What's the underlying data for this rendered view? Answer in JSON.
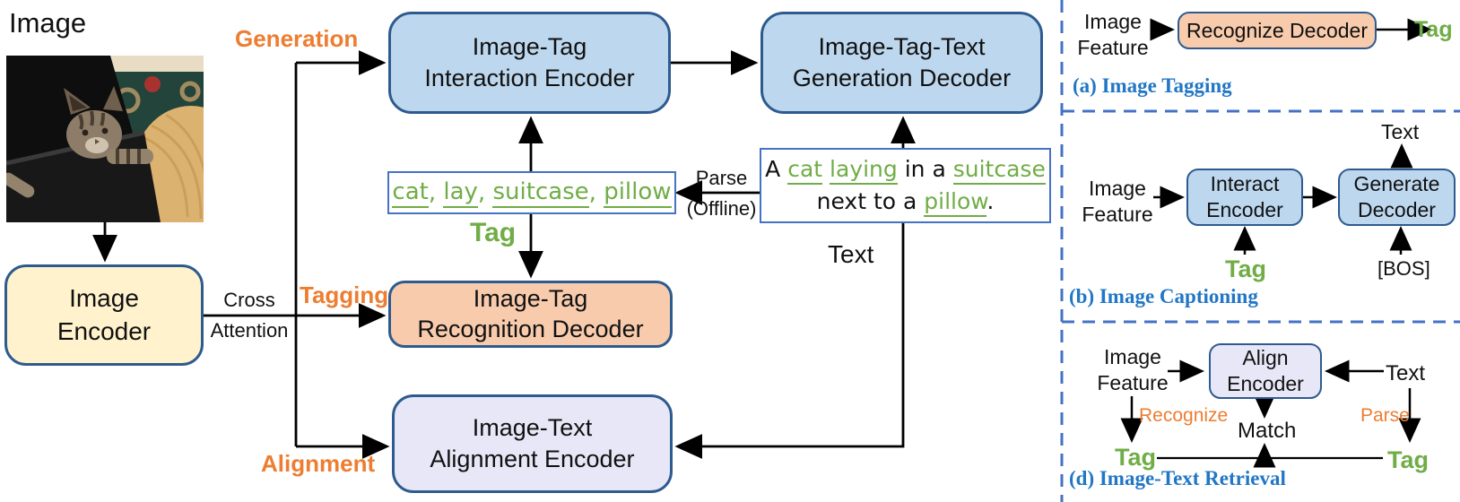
{
  "diagram": {
    "image_label": "Image",
    "image_encoder": {
      "line1": "Image",
      "line2": "Encoder"
    },
    "cross_attention": {
      "line1": "Cross",
      "line2": "Attention"
    },
    "branches": {
      "generation": "Generation",
      "tagging": "Tagging",
      "alignment": "Alignment"
    },
    "interaction_encoder": {
      "line1": "Image-Tag",
      "line2": "Interaction Encoder"
    },
    "generation_decoder": {
      "line1": "Image-Tag-Text",
      "line2": "Generation Decoder"
    },
    "recognition_decoder": {
      "line1": "Image-Tag",
      "line2": "Recognition Decoder"
    },
    "alignment_encoder": {
      "line1": "Image-Text",
      "line2": "Alignment Encoder"
    },
    "tag_box": {
      "words": [
        "cat",
        "lay",
        "suitcase",
        "pillow"
      ],
      "separator": ", "
    },
    "tag_label": "Tag",
    "text_label": "Text",
    "parse_label": {
      "line1": "Parse",
      "line2": "(Offline)"
    },
    "text_box": {
      "lines": [
        [
          {
            "t": "A "
          },
          {
            "t": "cat",
            "tag": true
          },
          {
            "t": " "
          },
          {
            "t": "laying",
            "tag": true
          },
          {
            "t": " in a "
          },
          {
            "t": "suitcase",
            "tag": true
          }
        ],
        [
          {
            "t": "next to a "
          },
          {
            "t": "pillow",
            "tag": true
          },
          {
            "t": "."
          }
        ]
      ]
    }
  },
  "panels": {
    "a": {
      "caption": "(a) Image Tagging",
      "image_feature": {
        "line1": "Image",
        "line2": "Feature"
      },
      "box_label": "Recognize Decoder",
      "tag": "Tag"
    },
    "b": {
      "caption": "(b) Image Captioning",
      "image_feature": {
        "line1": "Image",
        "line2": "Feature"
      },
      "interact_encoder": {
        "line1": "Interact",
        "line2": "Encoder"
      },
      "generate_decoder": {
        "line1": "Generate",
        "line2": "Decoder"
      },
      "text": "Text",
      "tag": "Tag",
      "bos": "[BOS]"
    },
    "d": {
      "caption": "(d) Image-Text Retrieval",
      "image_feature": {
        "line1": "Image",
        "line2": "Feature"
      },
      "align_encoder": {
        "line1": "Align",
        "line2": "Encoder"
      },
      "text": "Text",
      "recognize": "Recognize",
      "parse": "Parse",
      "match": "Match",
      "tag_left": "Tag",
      "tag_right": "Tag"
    }
  },
  "colors": {
    "box_blue_fill": "#bdd7ee",
    "box_orange_fill": "#f8cbad",
    "box_yellow_fill": "#fff2cc",
    "box_lavender_fill": "#e7e7f7",
    "box_border": "#2e5b8f",
    "white_box_border": "#4472c4",
    "accent_orange_text": "#ed7d31",
    "accent_green_text": "#70ad47",
    "caption_blue": "#2176c5",
    "dashed_divider": "#4472c4",
    "line_black": "#000000"
  }
}
